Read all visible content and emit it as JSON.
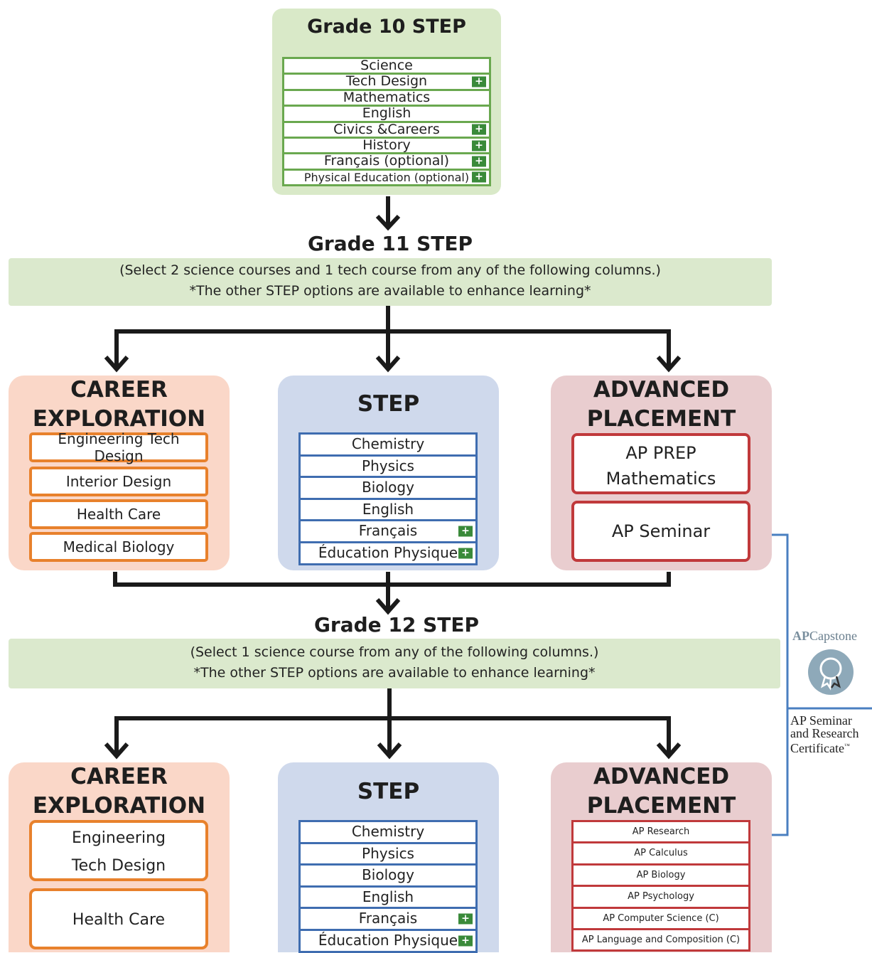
{
  "colors": {
    "green_panel": "#d9e9c8",
    "green_border": "#6aa84f",
    "plus_badge": "#3a8a3a",
    "career_panel": "#fad7c8",
    "career_border": "#e8812c",
    "step_panel": "#cfd9ec",
    "step_border": "#3f6db0",
    "ap_panel": "#e9cdcf",
    "ap_border": "#c0393b",
    "connector_blue": "#4a7fc0",
    "arrow": "#1a1a1a"
  },
  "plus_symbol": "+",
  "grade10": {
    "title": "Grade 10  STEP",
    "courses": [
      {
        "label": "Science",
        "plus": false
      },
      {
        "label": "Tech Design",
        "plus": true
      },
      {
        "label": "Mathematics",
        "plus": false
      },
      {
        "label": "English",
        "plus": false
      },
      {
        "label": "Civics &Careers",
        "plus": true
      },
      {
        "label": "History",
        "plus": true
      },
      {
        "label": "Français (optional)",
        "plus": true
      },
      {
        "label": "Physical Education (optional)",
        "plus": true
      }
    ]
  },
  "grade11": {
    "title": "Grade 11  STEP",
    "note_line1": "(Select 2 science courses and 1 tech course from any of the following columns.)",
    "note_line2": "*The other STEP options are available to enhance learning*",
    "career": {
      "title_line1": "CAREER",
      "title_line2": "EXPLORATION",
      "items": [
        "Engineering Tech Design",
        "Interior Design",
        "Health Care",
        "Medical Biology"
      ]
    },
    "step": {
      "title": "STEP",
      "items": [
        {
          "label": "Chemistry",
          "plus": false
        },
        {
          "label": "Physics",
          "plus": false
        },
        {
          "label": "Biology",
          "plus": false
        },
        {
          "label": "English",
          "plus": false
        },
        {
          "label": "Français",
          "plus": true
        },
        {
          "label": "Éducation Physique",
          "plus": true
        }
      ]
    },
    "ap": {
      "title_line1": "ADVANCED",
      "title_line2": "PLACEMENT",
      "prep_line1": "AP PREP",
      "prep_line2": "Mathematics",
      "seminar": "AP Seminar"
    }
  },
  "grade12": {
    "title": "Grade 12  STEP",
    "note_line1": "(Select 1 science course from any of the following columns.)",
    "note_line2": "*The other STEP options are available to enhance learning*",
    "career": {
      "title_line1": "CAREER",
      "title_line2": "EXPLORATION",
      "eng_line1": "Engineering",
      "eng_line2": "Tech Design",
      "health": "Health Care"
    },
    "step": {
      "title": "STEP",
      "items": [
        {
          "label": "Chemistry",
          "plus": false
        },
        {
          "label": "Physics",
          "plus": false
        },
        {
          "label": "Biology",
          "plus": false
        },
        {
          "label": "English",
          "plus": false
        },
        {
          "label": "Français",
          "plus": true
        },
        {
          "label": "Éducation Physique",
          "plus": true
        }
      ]
    },
    "ap": {
      "title_line1": "ADVANCED",
      "title_line2": "PLACEMENT",
      "items": [
        "AP Research",
        "AP Calculus",
        "AP Biology",
        "AP Psychology",
        "AP Computer Science (C)",
        "AP Language and Composition (C)"
      ]
    }
  },
  "capstone": {
    "logo_ap": "AP",
    "logo_word": "Capstone",
    "cert_line1": "AP Seminar",
    "cert_line2": "and Research",
    "cert_line3": "Certificate",
    "tm": "™"
  }
}
